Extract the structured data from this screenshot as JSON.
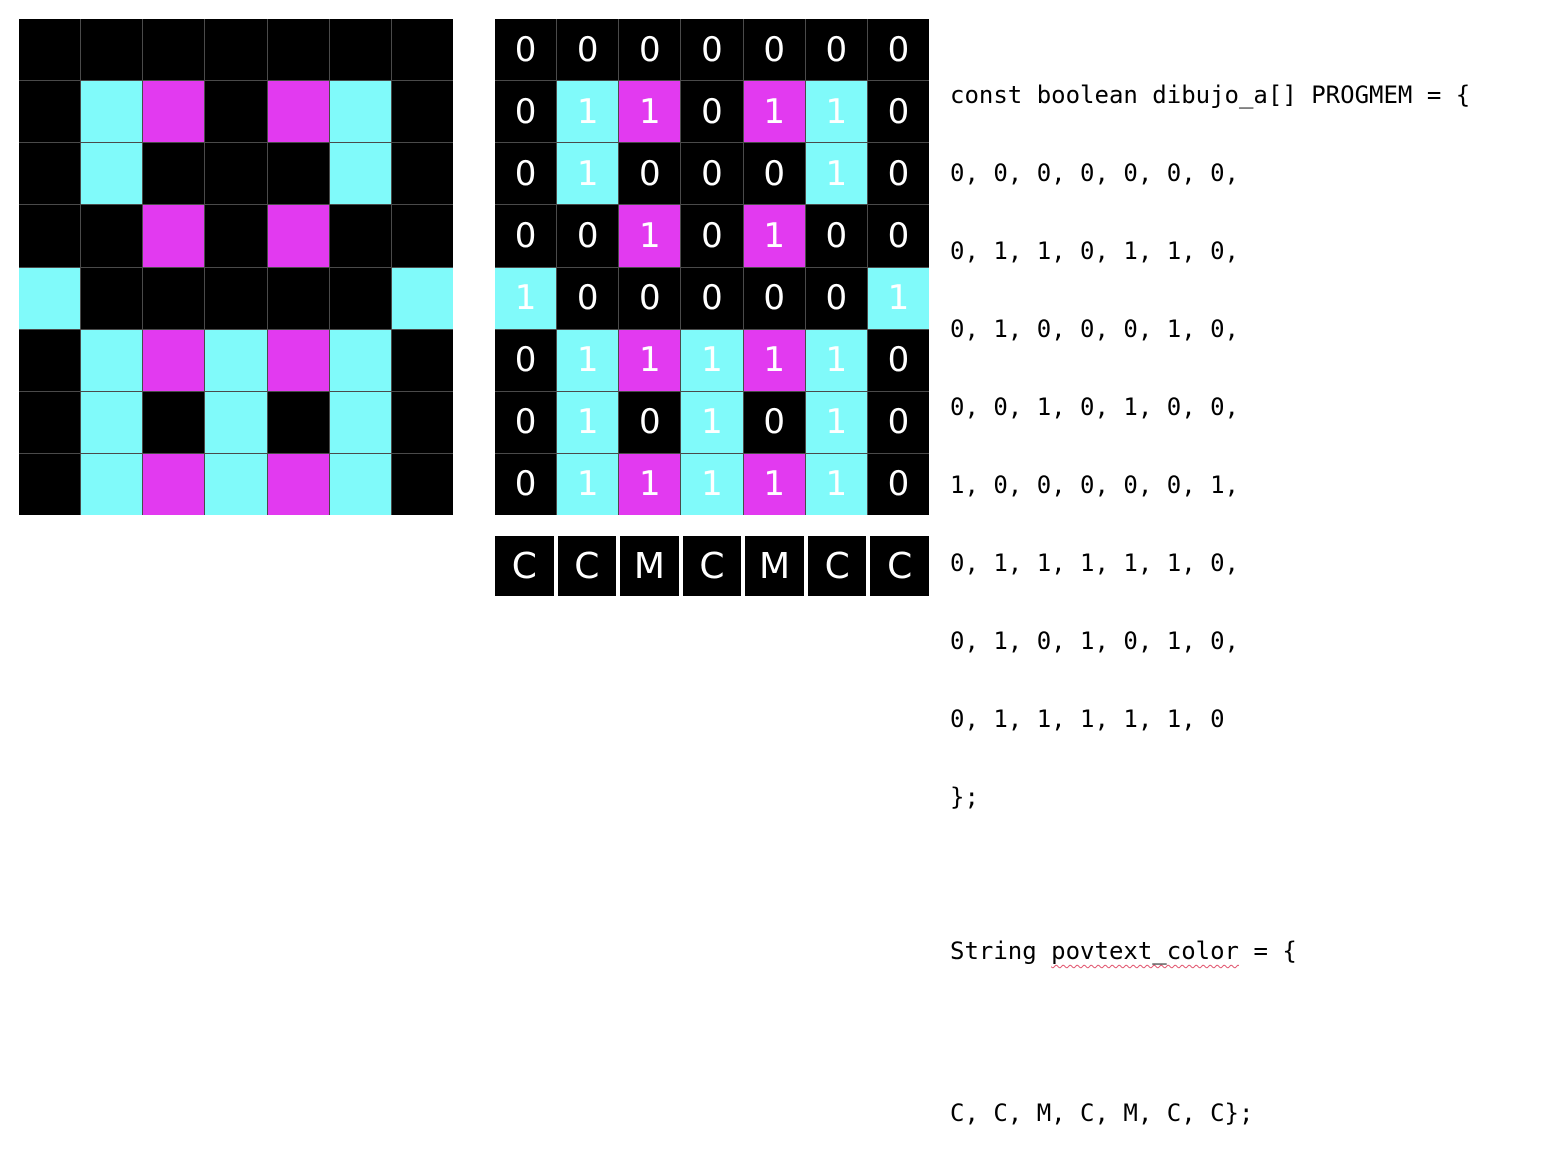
{
  "colors": {
    "off": "#000000",
    "cyan": "#80fafa",
    "magenta": "#e23af0",
    "grid_line": "#4a4a4a",
    "text": "#ffffff"
  },
  "pixel_grid": [
    [
      "off",
      "off",
      "off",
      "off",
      "off",
      "off",
      "off"
    ],
    [
      "off",
      "cyan",
      "magenta",
      "off",
      "magenta",
      "cyan",
      "off"
    ],
    [
      "off",
      "cyan",
      "off",
      "off",
      "off",
      "cyan",
      "off"
    ],
    [
      "off",
      "off",
      "magenta",
      "off",
      "magenta",
      "off",
      "off"
    ],
    [
      "cyan",
      "off",
      "off",
      "off",
      "off",
      "off",
      "cyan"
    ],
    [
      "off",
      "cyan",
      "magenta",
      "cyan",
      "magenta",
      "cyan",
      "off"
    ],
    [
      "off",
      "cyan",
      "off",
      "cyan",
      "off",
      "cyan",
      "off"
    ],
    [
      "off",
      "cyan",
      "magenta",
      "cyan",
      "magenta",
      "cyan",
      "off"
    ]
  ],
  "value_grid": [
    [
      "0",
      "0",
      "0",
      "0",
      "0",
      "0",
      "0"
    ],
    [
      "0",
      "1",
      "1",
      "0",
      "1",
      "1",
      "0"
    ],
    [
      "0",
      "1",
      "0",
      "0",
      "0",
      "1",
      "0"
    ],
    [
      "0",
      "0",
      "1",
      "0",
      "1",
      "0",
      "0"
    ],
    [
      "1",
      "0",
      "0",
      "0",
      "0",
      "0",
      "1"
    ],
    [
      "0",
      "1",
      "1",
      "1",
      "1",
      "1",
      "0"
    ],
    [
      "0",
      "1",
      "0",
      "1",
      "0",
      "1",
      "0"
    ],
    [
      "0",
      "1",
      "1",
      "1",
      "1",
      "1",
      "0"
    ]
  ],
  "color_row": [
    "C",
    "C",
    "M",
    "C",
    "M",
    "C",
    "C"
  ],
  "code": {
    "declaration": "const boolean dibujo_a[] PROGMEM = {",
    "rows": [
      "0, 0, 0, 0, 0, 0, 0,",
      "0, 1, 1, 0, 1, 1, 0,",
      "0, 1, 0, 0, 0, 1, 0,",
      "0, 0, 1, 0, 1, 0, 0,",
      "1, 0, 0, 0, 0, 0, 1,",
      "0, 1, 1, 1, 1, 1, 0,",
      "0, 1, 0, 1, 0, 1, 0,",
      "0, 1, 1, 1, 1, 1, 0"
    ],
    "closing": "};",
    "string_prefix": "String ",
    "string_var": "povtext_color",
    "string_suffix": " = {",
    "colors_line": "C, C, M, C, M, C, C};"
  }
}
